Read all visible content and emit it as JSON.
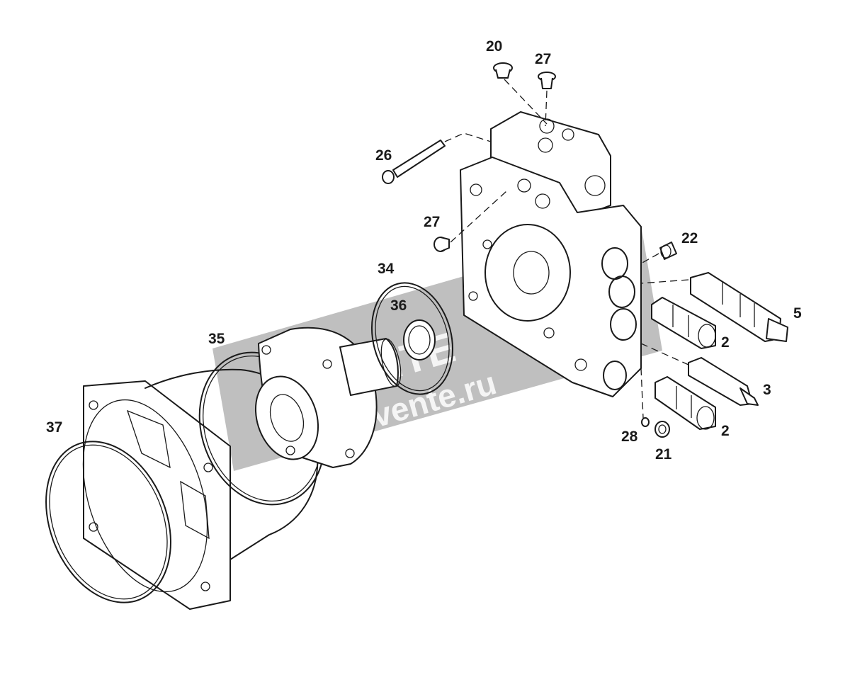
{
  "labels": [
    {
      "id": "20",
      "text": "20"
    },
    {
      "id": "27a",
      "text": "27"
    },
    {
      "id": "26",
      "text": "26"
    },
    {
      "id": "27b",
      "text": "27"
    },
    {
      "id": "22",
      "text": "22"
    },
    {
      "id": "34",
      "text": "34"
    },
    {
      "id": "36",
      "text": "36"
    },
    {
      "id": "5",
      "text": "5"
    },
    {
      "id": "35",
      "text": "35"
    },
    {
      "id": "2a",
      "text": "2"
    },
    {
      "id": "3",
      "text": "3"
    },
    {
      "id": "37",
      "text": "37"
    },
    {
      "id": "28",
      "text": "28"
    },
    {
      "id": "2b",
      "text": "2"
    },
    {
      "id": "21",
      "text": "21"
    }
  ],
  "watermark": {
    "line1": "VEMTE",
    "line2": "vente.ru",
    "color": "#8a8a8a"
  }
}
